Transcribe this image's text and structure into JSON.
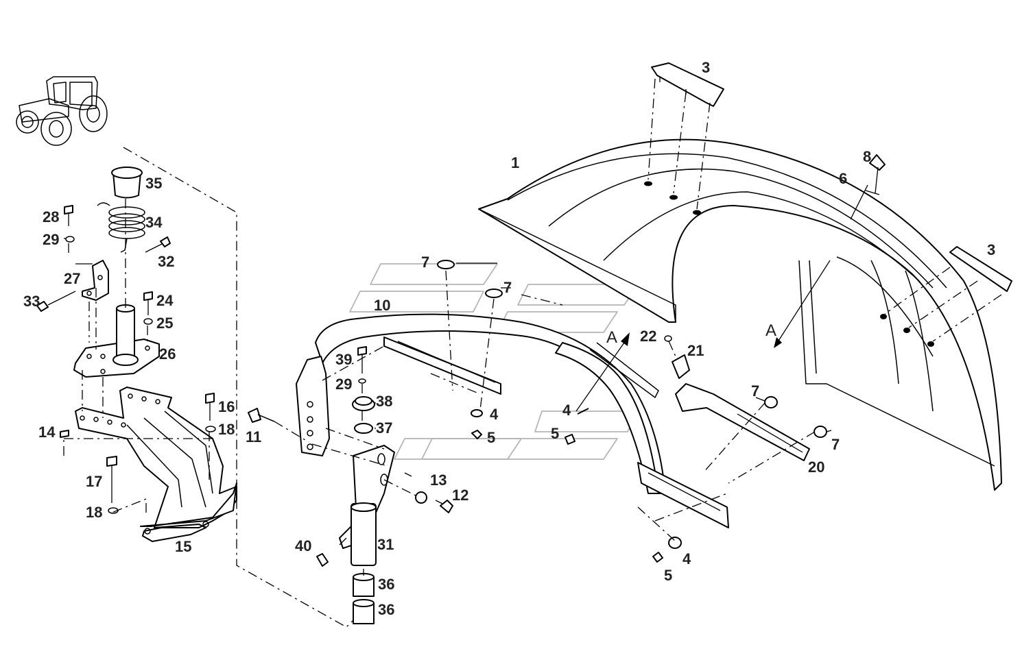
{
  "callouts": {
    "c1": "1",
    "c3a": "3",
    "c3b": "3",
    "c4a": "4",
    "c4b": "4",
    "c4c": "4",
    "c5a": "5",
    "c5b": "5",
    "c5c": "5",
    "c6": "6",
    "c7a": "7",
    "c7b": "7",
    "c7c": "7",
    "c7d": "7",
    "c8": "8",
    "c10": "10",
    "c11": "11",
    "c12": "12",
    "c13": "13",
    "c14": "14",
    "c15": "15",
    "c16": "16",
    "c17": "17",
    "c18a": "18",
    "c18b": "18",
    "c20": "20",
    "c21": "21",
    "c22": "22",
    "c24": "24",
    "c25": "25",
    "c26": "26",
    "c27": "27",
    "c28": "28",
    "c29a": "29",
    "c29b": "29",
    "c31": "31",
    "c32": "32",
    "c33": "33",
    "c34": "34",
    "c35": "35",
    "c36a": "36",
    "c36b": "36",
    "c37": "37",
    "c38": "38",
    "c39": "39",
    "c40": "40"
  },
  "view_markers": {
    "a1": "A",
    "a2": "A"
  },
  "icons": {
    "tractor": "tractor-thumbnail-icon"
  },
  "colors": {
    "line": "#000000",
    "background": "#ffffff",
    "watermark": "#b5b5b5"
  }
}
